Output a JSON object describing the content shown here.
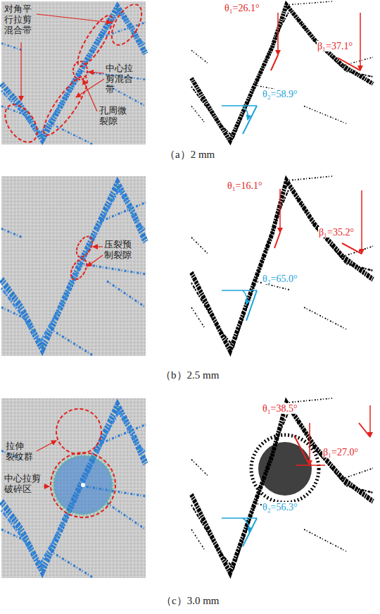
{
  "diagram": {
    "labels": [
      "对角平 行拉剪 混合带",
      "中心拉 剪混合 带",
      "孔周微 裂隙",
      "θ₁=26.1°",
      "β₁=37.1°",
      "θ₂=58.9°",
      "（a）2 mm",
      "压裂预 制裂隙",
      "θ₁=16.1°",
      "β₁=35.2°",
      "θ₂=65.0°",
      "（b）2.5 mm",
      "拉伸 裂纹群",
      "中心拉剪 破碎区",
      "θ₁=38.5°",
      "β₁=27.0°",
      "θ₂=56.3°",
      "（c）3.0 mm"
    ]
  }
}
